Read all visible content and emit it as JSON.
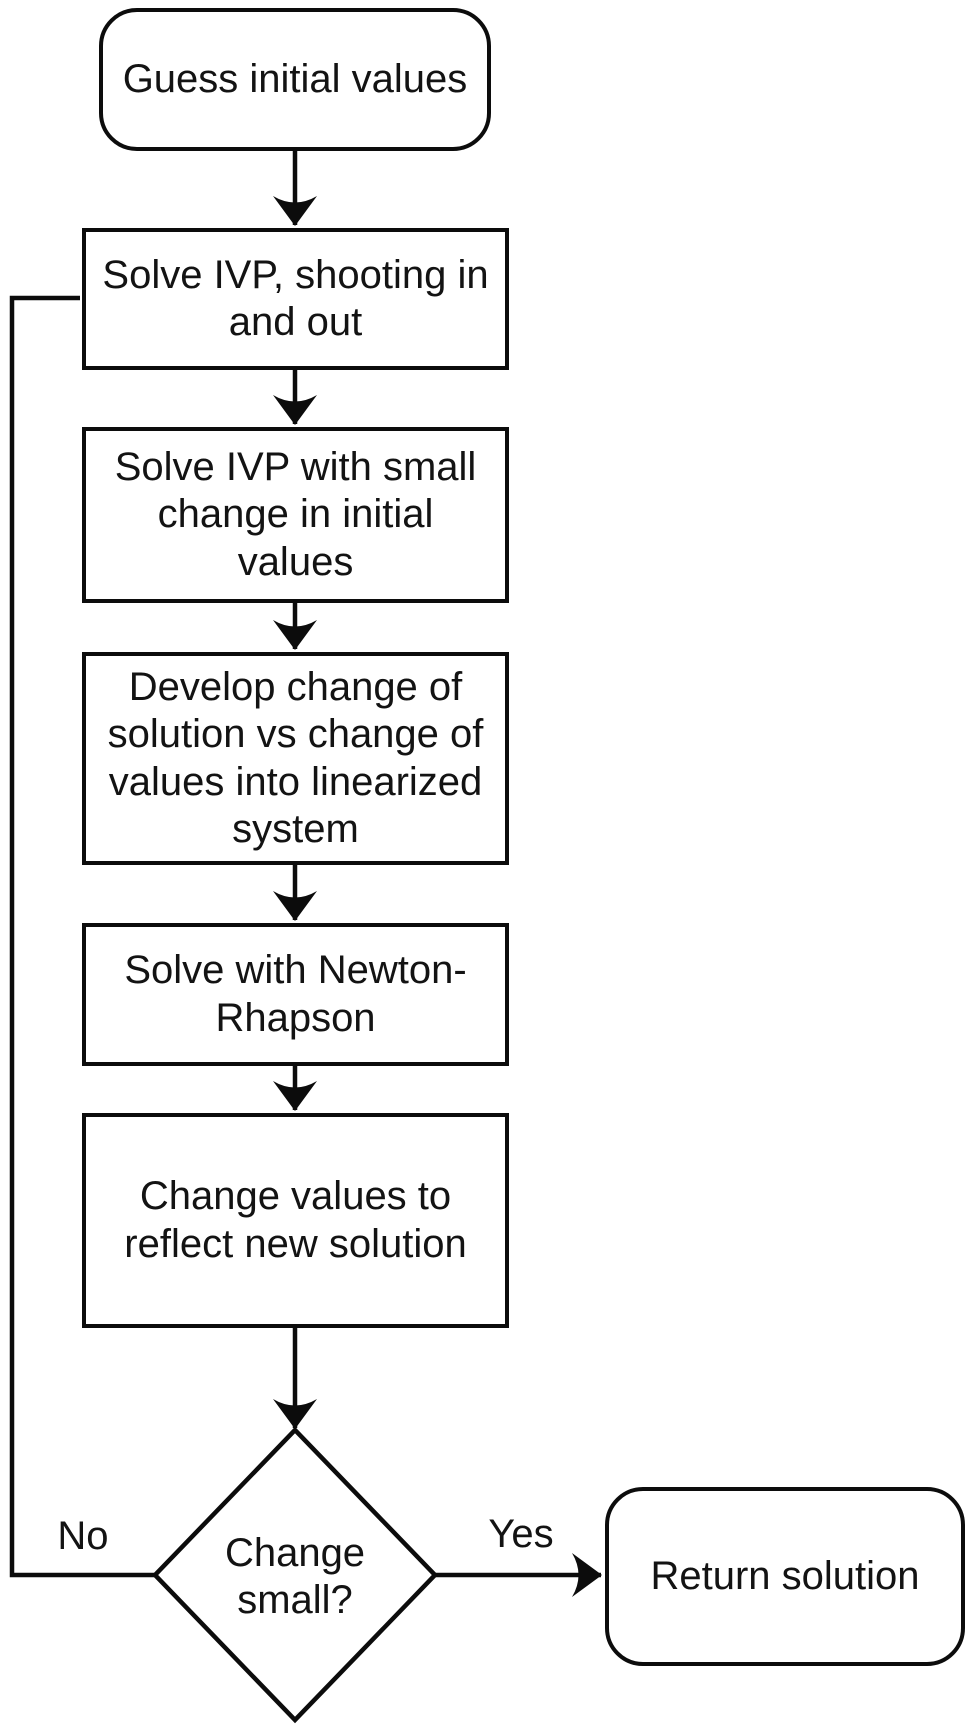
{
  "diagram": {
    "background": "#ffffff",
    "stroke_color": "#0c0c0c",
    "text_color": "#131313",
    "nodes": {
      "guess": {
        "type": "terminator",
        "label": "Guess initial values"
      },
      "solve_ivp": {
        "type": "process",
        "label": "Solve IVP, shooting in\nand out"
      },
      "solve_ivp_small": {
        "type": "process",
        "label": "Solve IVP with small\nchange in initial\nvalues"
      },
      "develop": {
        "type": "process",
        "label": "Develop change of\nsolution vs change of\nvalues into linearized\nsystem"
      },
      "newton": {
        "type": "process",
        "label": "Solve with Newton-\nRhapson"
      },
      "change_values": {
        "type": "process",
        "label": "Change values to\nreflect new solution"
      },
      "decision": {
        "type": "decision",
        "label": "Change\nsmall?"
      },
      "return": {
        "type": "terminator",
        "label": "Return solution"
      }
    },
    "edges": {
      "no_label": "No",
      "yes_label": "Yes"
    }
  }
}
